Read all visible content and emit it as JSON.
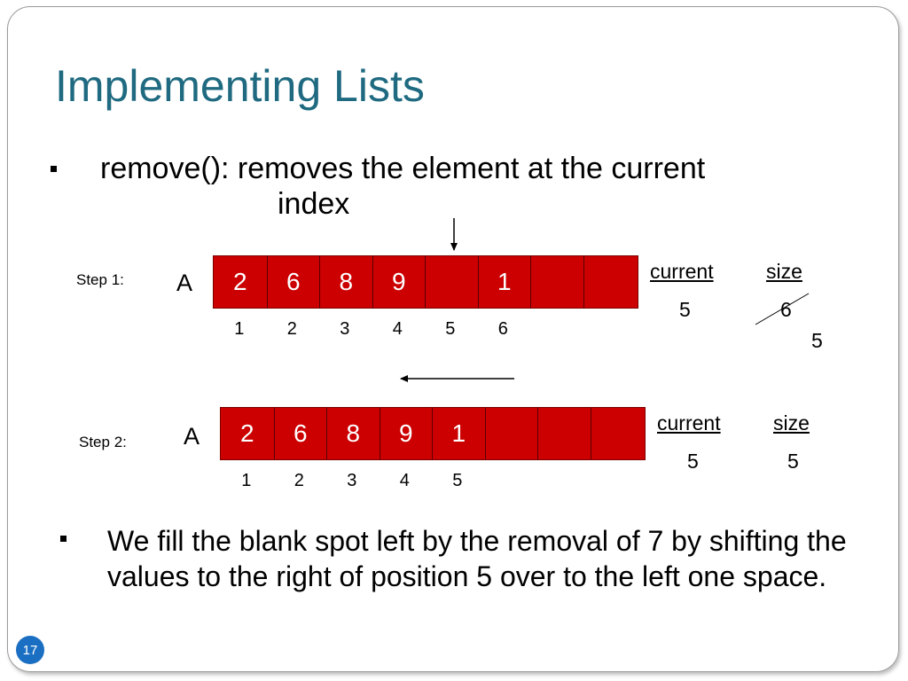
{
  "title": "Implementing Lists",
  "bullet1": {
    "line1": "remove(): removes the element at the current",
    "line2": "index"
  },
  "step1": {
    "label": "Step 1:",
    "array_name": "A",
    "cells": [
      "2",
      "6",
      "8",
      "9",
      "",
      "1",
      "",
      ""
    ],
    "indices": [
      "1",
      "2",
      "3",
      "4",
      "5",
      "6"
    ],
    "current_label": "current",
    "current_value": "5",
    "size_label": "size",
    "size_old": "6",
    "size_new": "5"
  },
  "step2": {
    "label": "Step 2:",
    "array_name": "A",
    "cells": [
      "2",
      "6",
      "8",
      "9",
      "1",
      "",
      "",
      ""
    ],
    "indices": [
      "1",
      "2",
      "3",
      "4",
      "5"
    ],
    "current_label": "current",
    "current_value": "5",
    "size_label": "size",
    "size_value": "5"
  },
  "bullet2": "We fill the blank spot left by the removal of 7 by shifting the values to the right of position 5 over to the left one space.",
  "page_number": "17",
  "colors": {
    "title": "#1f6a80",
    "cell_fill": "#cc0000",
    "cell_text": "#ffffff",
    "badge": "#1b6fc2"
  }
}
